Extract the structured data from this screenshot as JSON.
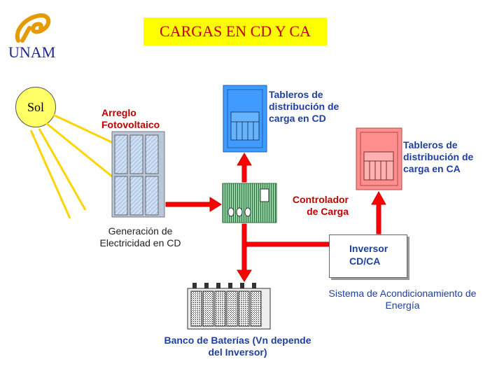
{
  "title": "CARGAS EN CD Y CA",
  "logo": {
    "text": "UNAM"
  },
  "sun": {
    "label": "Sol"
  },
  "pv_array": {
    "label": "Arreglo Fotovoltaico"
  },
  "dc_panel": {
    "label": "Tableros de distribución de carga en CD"
  },
  "ac_panel": {
    "label": "Tableros de distribución de carga en CA"
  },
  "controller": {
    "label": "Controlador de Carga"
  },
  "generation": {
    "label": "Generación de Electricidad en CD"
  },
  "inverter": {
    "label": "Inversor CD/CA"
  },
  "conditioning": {
    "label": "Sistema de Acondicionamiento de Energía"
  },
  "battery_bank": {
    "label": "Banco de Baterías (Vn depende del Inversor)"
  },
  "colors": {
    "title_bg": "#ffff00",
    "title_text": "#c00000",
    "arrow": "#ff0000",
    "dc_panel": "#4aa0ff",
    "ac_panel": "#ff8a8a",
    "sun": "#ffff66"
  }
}
